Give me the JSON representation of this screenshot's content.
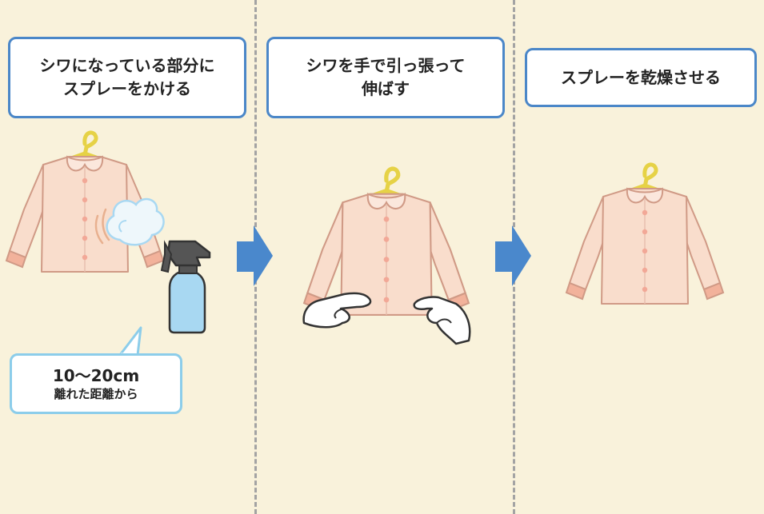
{
  "steps": [
    {
      "line1": "シワになっている部分に",
      "line2": "スプレーをかける"
    },
    {
      "line1": "シワを手で引っ張って",
      "line2": "伸ばす"
    },
    {
      "line1": "スプレーを乾燥させる"
    }
  ],
  "note": {
    "distance": "10〜20cm",
    "text": "離れた距離から"
  },
  "colors": {
    "background": "#f9f2db",
    "box_border": "#4b87c8",
    "note_border": "#8ccdea",
    "arrow": "#4a88cc",
    "shirt": "#f9ddcc",
    "cuff": "#f2b29b",
    "hanger": "#e6d246",
    "bottle": "#a8d8f2"
  },
  "icons": [
    "hanger-icon",
    "shirt-icon",
    "spray-bottle-icon",
    "mist-icon",
    "hand-icon",
    "arrow-right-icon"
  ]
}
